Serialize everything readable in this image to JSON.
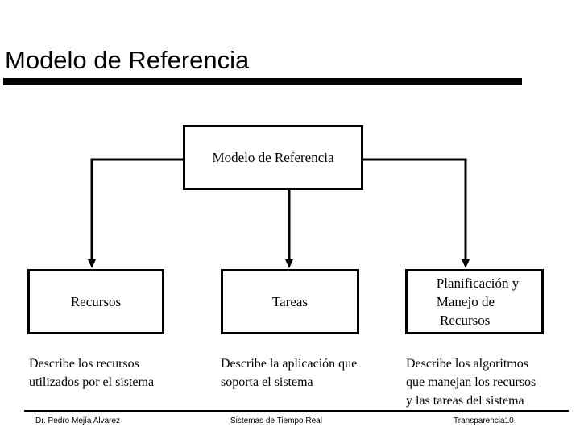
{
  "slide": {
    "title": "Modelo de Referencia"
  },
  "diagram": {
    "root": "Modelo de Referencia",
    "children": [
      {
        "label": "Recursos",
        "description": "Describe los recursos\nutilizados por el sistema"
      },
      {
        "label": "Tareas",
        "description": "Describe la aplicación que\nsoporta el sistema"
      },
      {
        "label": "Planificación y\nManejo de\n Recursos",
        "description": "Describe los algoritmos\nque manejan los recursos\ny las tareas del sistema"
      }
    ]
  },
  "footer": {
    "author": "Dr. Pedro Mejía Alvarez",
    "course": "Sistemas de Tiempo Real",
    "page": "Transparencia10"
  }
}
